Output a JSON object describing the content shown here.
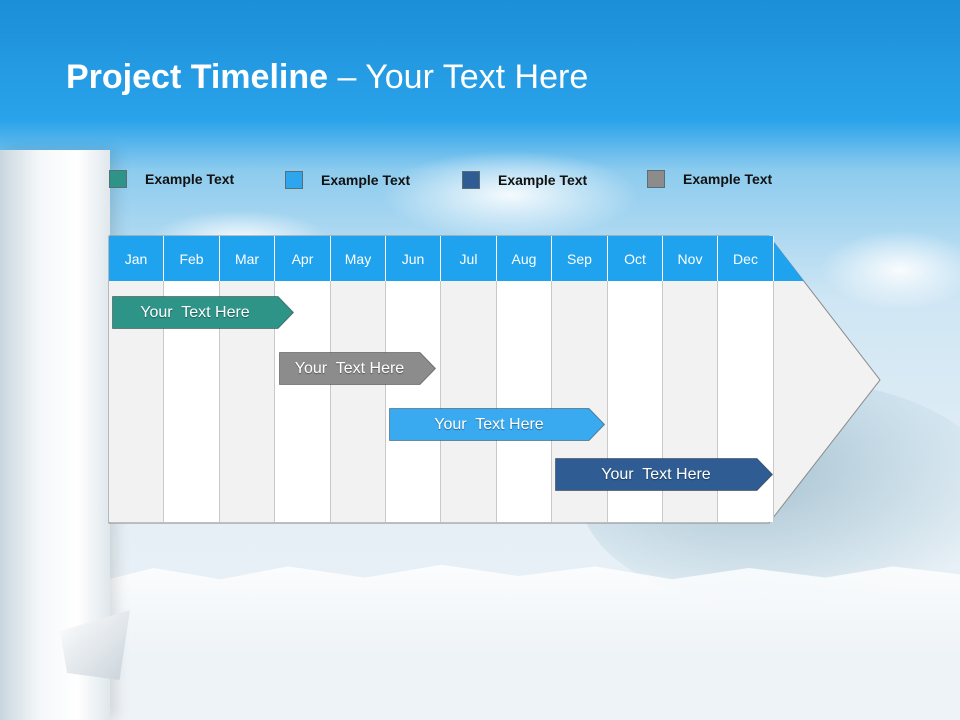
{
  "slide": {
    "title_bold": "Project Timeline",
    "title_rest": " – Your Text Here"
  },
  "legend": [
    {
      "label": "Example Text",
      "color": "#2e9488"
    },
    {
      "label": "Example Text",
      "color": "#2ea6ee"
    },
    {
      "label": "Example Text",
      "color": "#2f5d93"
    },
    {
      "label": "Example Text",
      "color": "#8c8c8c"
    }
  ],
  "months": [
    "Jan",
    "Feb",
    "Mar",
    "Apr",
    "May",
    "Jun",
    "Jul",
    "Aug",
    "Sep",
    "Oct",
    "Nov",
    "Dec"
  ],
  "tasks": [
    {
      "label": "Your  Text Here",
      "color": "#2e9488",
      "start": "Jan",
      "end": "Apr"
    },
    {
      "label": "Your  Text Here",
      "color": "#8c8c8c",
      "start": "Apr",
      "end": "Jun"
    },
    {
      "label": "Your  Text Here",
      "color": "#3aaaf0",
      "start": "Jun",
      "end": "Sep"
    },
    {
      "label": "Your  Text Here",
      "color": "#2f5d93",
      "start": "Sep",
      "end": "Dec"
    }
  ],
  "colors": {
    "header_blue": "#1fa3ee",
    "title_text": "#ffffff"
  }
}
